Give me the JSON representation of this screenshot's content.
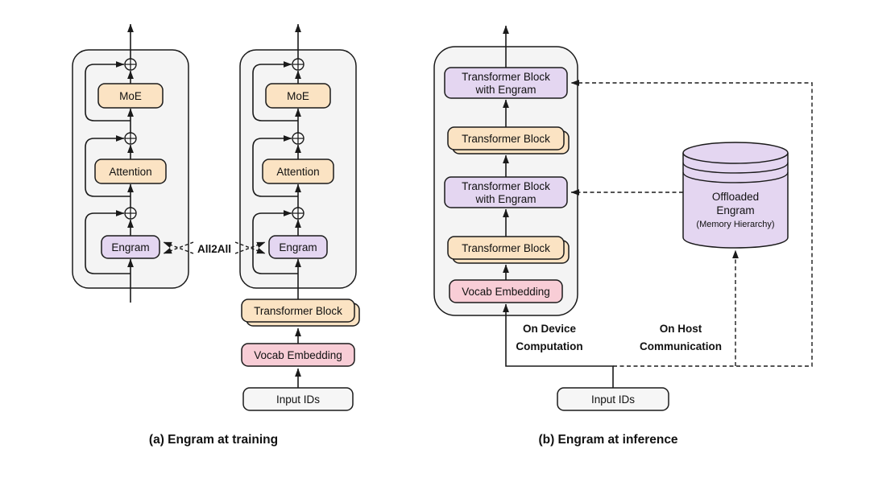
{
  "colors": {
    "panel": "#F4F4F4",
    "orange": "#FBE3C3",
    "purple": "#E4D6F1",
    "pink": "#F8CDD6",
    "io": "#F6F6F6"
  },
  "training": {
    "caption": "(a) Engram at training",
    "moe": "MoE",
    "attention": "Attention",
    "engram": "Engram",
    "all2all": "All2All",
    "transformer_block": "Transformer Block",
    "vocab_embedding": "Vocab Embedding",
    "input_ids": "Input IDs"
  },
  "inference": {
    "caption": "(b) Engram at inference",
    "top_engram_block": {
      "line1": "Transformer Block",
      "line2": "with Engram"
    },
    "mid_engram_block": {
      "line1": "Transformer Block",
      "line2": "with Engram"
    },
    "transformer_block_upper": "Transformer Block",
    "transformer_block_lower": "Transformer Block",
    "vocab_embedding": "Vocab Embedding",
    "input_ids": "Input IDs",
    "on_device": {
      "line1": "On Device",
      "line2": "Computation"
    },
    "on_host": {
      "line1": "On Host",
      "line2": "Communication"
    },
    "offloaded": {
      "line1": "Offloaded",
      "line2": "Engram",
      "line3": "(Memory Hierarchy)"
    }
  }
}
